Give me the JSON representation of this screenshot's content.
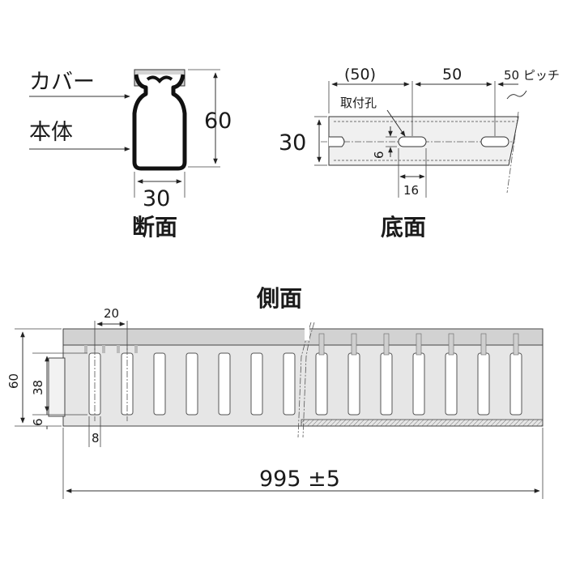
{
  "cross_section": {
    "label_cover": "カバー",
    "label_body": "本体",
    "dim_height": "60",
    "dim_width": "30",
    "title": "断面"
  },
  "bottom_view": {
    "dim_first_pitch": "(50)",
    "dim_pitch": "50",
    "dim_pitch_note": "50 ピッチ",
    "label_mount_hole": "取付孔",
    "dim_width": "30",
    "dim_hole_height": "6",
    "dim_hole_length": "16",
    "title": "底面"
  },
  "side_view": {
    "title": "側面",
    "dim_slot_pitch": "20",
    "dim_height": "60",
    "dim_slot_height": "38",
    "dim_base": "6",
    "dim_slot_width": "8",
    "dim_length": "995 ±5"
  },
  "colors": {
    "body_fill": "#e8e8e8",
    "cover_fill": "#cfcfcf",
    "line": "#333333"
  }
}
